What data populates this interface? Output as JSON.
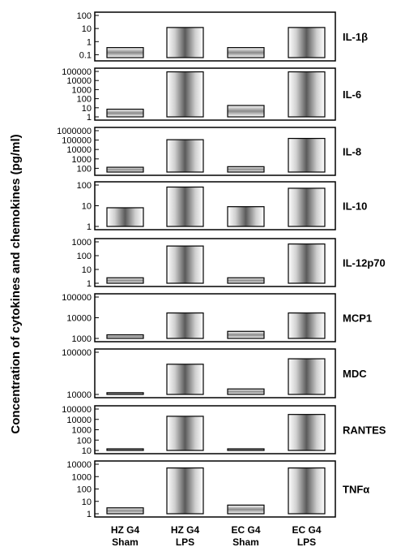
{
  "chart_data": {
    "type": "bar",
    "ylabel": "Concentration of cytokines and chemokines (pg/ml)",
    "categories": [
      [
        "HZ G4",
        "Sham"
      ],
      [
        "HZ G4",
        "LPS"
      ],
      [
        "EC G4",
        "Sham"
      ],
      [
        "EC G4",
        "LPS"
      ]
    ],
    "scale": "log",
    "panels": [
      {
        "name": "IL-1β",
        "ylim": [
          0.06,
          100
        ],
        "ticks": [
          "100",
          "10",
          "1",
          "0.1"
        ],
        "tick_values": [
          100,
          10,
          1,
          0.1
        ],
        "values": [
          0.35,
          12,
          0.35,
          12
        ]
      },
      {
        "name": "IL-6",
        "ylim": [
          1,
          100000
        ],
        "ticks": [
          "100000",
          "10000",
          "1000",
          "100",
          "10",
          "1"
        ],
        "tick_values": [
          100000,
          10000,
          1000,
          100,
          10,
          1
        ],
        "values": [
          7,
          90000,
          18,
          90000
        ]
      },
      {
        "name": "IL-8",
        "ylim": [
          40,
          1000000
        ],
        "ticks": [
          "1000000",
          "100000",
          "10000",
          "1000",
          "100"
        ],
        "tick_values": [
          1000000,
          100000,
          10000,
          1000,
          100
        ],
        "values": [
          130,
          110000,
          150,
          150000
        ]
      },
      {
        "name": "IL-10",
        "ylim": [
          1,
          100
        ],
        "ticks": [
          "100",
          "10",
          "1"
        ],
        "tick_values": [
          100,
          10,
          1
        ],
        "values": [
          8,
          80,
          9,
          70
        ]
      },
      {
        "name": "IL-12p70",
        "ylim": [
          1,
          1000
        ],
        "ticks": [
          "1000",
          "100",
          "10",
          "1"
        ],
        "tick_values": [
          1000,
          100,
          10,
          1
        ],
        "values": [
          2.5,
          500,
          2.5,
          700
        ]
      },
      {
        "name": "MCP1",
        "ylim": [
          1000,
          100000
        ],
        "ticks": [
          "100000",
          "10000",
          "1000"
        ],
        "tick_values": [
          100000,
          10000,
          1000
        ],
        "values": [
          1500,
          17000,
          2200,
          17000
        ]
      },
      {
        "name": "MDC",
        "ylim": [
          10000,
          100000
        ],
        "ticks": [
          "100000",
          "10000"
        ],
        "tick_values": [
          100000,
          10000
        ],
        "values": [
          11000,
          52000,
          13500,
          70000
        ]
      },
      {
        "name": "RANTES",
        "ylim": [
          10,
          100000
        ],
        "ticks": [
          "100000",
          "10000",
          "1000",
          "100",
          "10"
        ],
        "tick_values": [
          100000,
          10000,
          1000,
          100,
          10
        ],
        "values": [
          12,
          20000,
          12,
          30000
        ]
      },
      {
        "name": "TNFα",
        "ylim": [
          1,
          10000
        ],
        "ticks": [
          "10000",
          "1000",
          "100",
          "10",
          "1"
        ],
        "tick_values": [
          10000,
          1000,
          100,
          10,
          1
        ],
        "values": [
          3,
          5000,
          5,
          5000
        ]
      }
    ]
  }
}
